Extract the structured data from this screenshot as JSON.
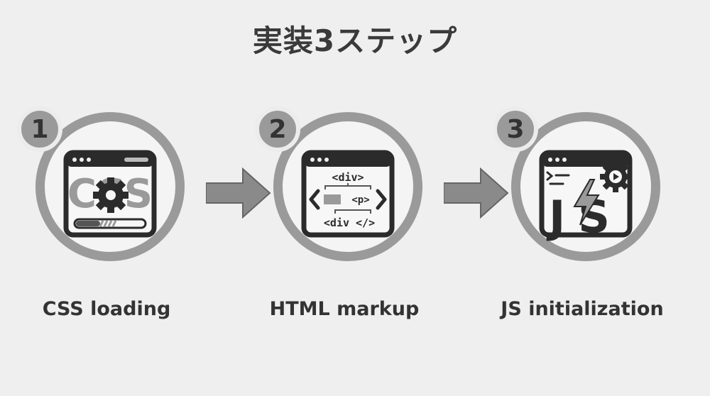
{
  "title": "実装3ステップ",
  "steps": [
    {
      "number": "1",
      "label": "CSS loading"
    },
    {
      "number": "2",
      "label": "HTML markup"
    },
    {
      "number": "3",
      "label": "JS initialization"
    }
  ],
  "illustrations": {
    "css_text": "CSS",
    "html_tags": {
      "div_open": "<div>",
      "p": "<p>",
      "div_close": "<div </>"
    },
    "js_text": "JS"
  },
  "colors": {
    "background": "#efefef",
    "ring": "#9a9a9a",
    "dark": "#2b2b2b",
    "mid": "#8a8a8a"
  }
}
